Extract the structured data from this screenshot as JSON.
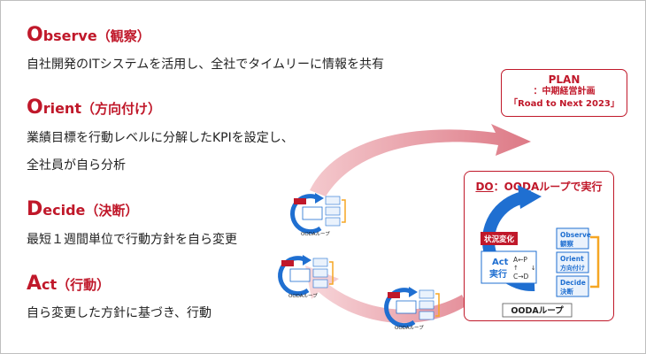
{
  "phases": [
    {
      "cap": "O",
      "rest": "bserve",
      "jp": "（観察）",
      "lines": [
        "自社開発のITシステムを活用し、全社でタイムリーに情報を共有"
      ]
    },
    {
      "cap": "O",
      "rest": "rient",
      "jp": "（方向付け）",
      "lines": [
        "業績目標を行動レベルに分解したKPIを設定し、",
        "全社員が自ら分析"
      ]
    },
    {
      "cap": "D",
      "rest": "ecide",
      "jp": "（決断）",
      "lines": [
        "最短１週間単位で行動方針を自ら変更"
      ]
    },
    {
      "cap": "A",
      "rest": "ct",
      "jp": "（行動）",
      "lines": [
        "自ら変更した方針に基づき、行動"
      ]
    }
  ],
  "plan": {
    "title": "PLAN",
    "subtitle": "：中期経営計画",
    "name": "「Road to Next 2023」"
  },
  "do_box": {
    "prefix": "DO",
    "title": "：OODAループで実行"
  },
  "ooda": {
    "change_label": "状況変化",
    "act_label": "Act",
    "act_jp": "実行",
    "matrix_top": "A←P",
    "matrix_mid": "↑　　↓",
    "matrix_bot": "C→D",
    "observe": "Observe",
    "observe_jp": "観察",
    "orient": "Orient",
    "orient_jp": "方向付け",
    "decide": "Decide",
    "decide_jp": "決断",
    "loop_label": "OODAループ"
  },
  "colors": {
    "accent": "#c0182a",
    "loop_blue": "#1f6fd1",
    "arc_pink": "#e79aa3",
    "orange": "#f5a623"
  }
}
